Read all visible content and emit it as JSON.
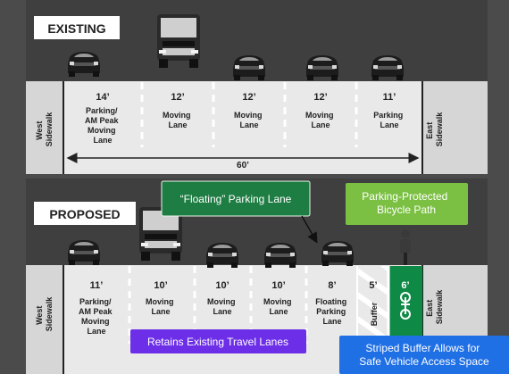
{
  "existing": {
    "title": "EXISTING",
    "west_sidewalk": [
      "West",
      "Sidewalk"
    ],
    "east_sidewalk": [
      "East",
      "Sidewalk"
    ],
    "total_width": "60’",
    "lanes": [
      {
        "width": "14’",
        "label": [
          "Parking/",
          "AM Peak",
          "Moving",
          "Lane"
        ]
      },
      {
        "width": "12’",
        "label": [
          "Moving",
          "Lane"
        ]
      },
      {
        "width": "12’",
        "label": [
          "Moving",
          "Lane"
        ]
      },
      {
        "width": "12’",
        "label": [
          "Moving",
          "Lane"
        ]
      },
      {
        "width": "11’",
        "label": [
          "Parking",
          "Lane"
        ]
      }
    ]
  },
  "proposed": {
    "title": "PROPOSED",
    "west_sidewalk": [
      "West",
      "Sidewalk"
    ],
    "east_sidewalk": [
      "East",
      "Sidewalk"
    ],
    "lanes": [
      {
        "width": "11’",
        "label": [
          "Parking/",
          "AM Peak",
          "Moving",
          "Lane"
        ]
      },
      {
        "width": "10’",
        "label": [
          "Moving",
          "Lane"
        ]
      },
      {
        "width": "10’",
        "label": [
          "Moving",
          "Lane"
        ]
      },
      {
        "width": "10’",
        "label": [
          "Moving",
          "Lane"
        ]
      },
      {
        "width": "8’",
        "label": [
          "Floating",
          "Parking",
          "Lane"
        ]
      },
      {
        "width": "5’",
        "label": [
          "Buffer"
        ]
      },
      {
        "width": "6’",
        "label": []
      }
    ]
  },
  "callouts": {
    "floating_parking": "“Floating” Parking Lane",
    "bike_path": [
      "Parking-Protected",
      "Bicycle Path"
    ],
    "travel_lanes": "Retains Existing Travel Lanes",
    "buffer_note": [
      "Striped Buffer Allows for",
      "Safe Vehicle Access Space"
    ]
  },
  "colors": {
    "background": "#4b4b4b",
    "road": "#e9e9e9",
    "green_dark": "#1e7d43",
    "green_light": "#7bc043",
    "bike_lane": "#0f8a46",
    "purple": "#6d2ee8",
    "blue": "#1f6fe5"
  }
}
